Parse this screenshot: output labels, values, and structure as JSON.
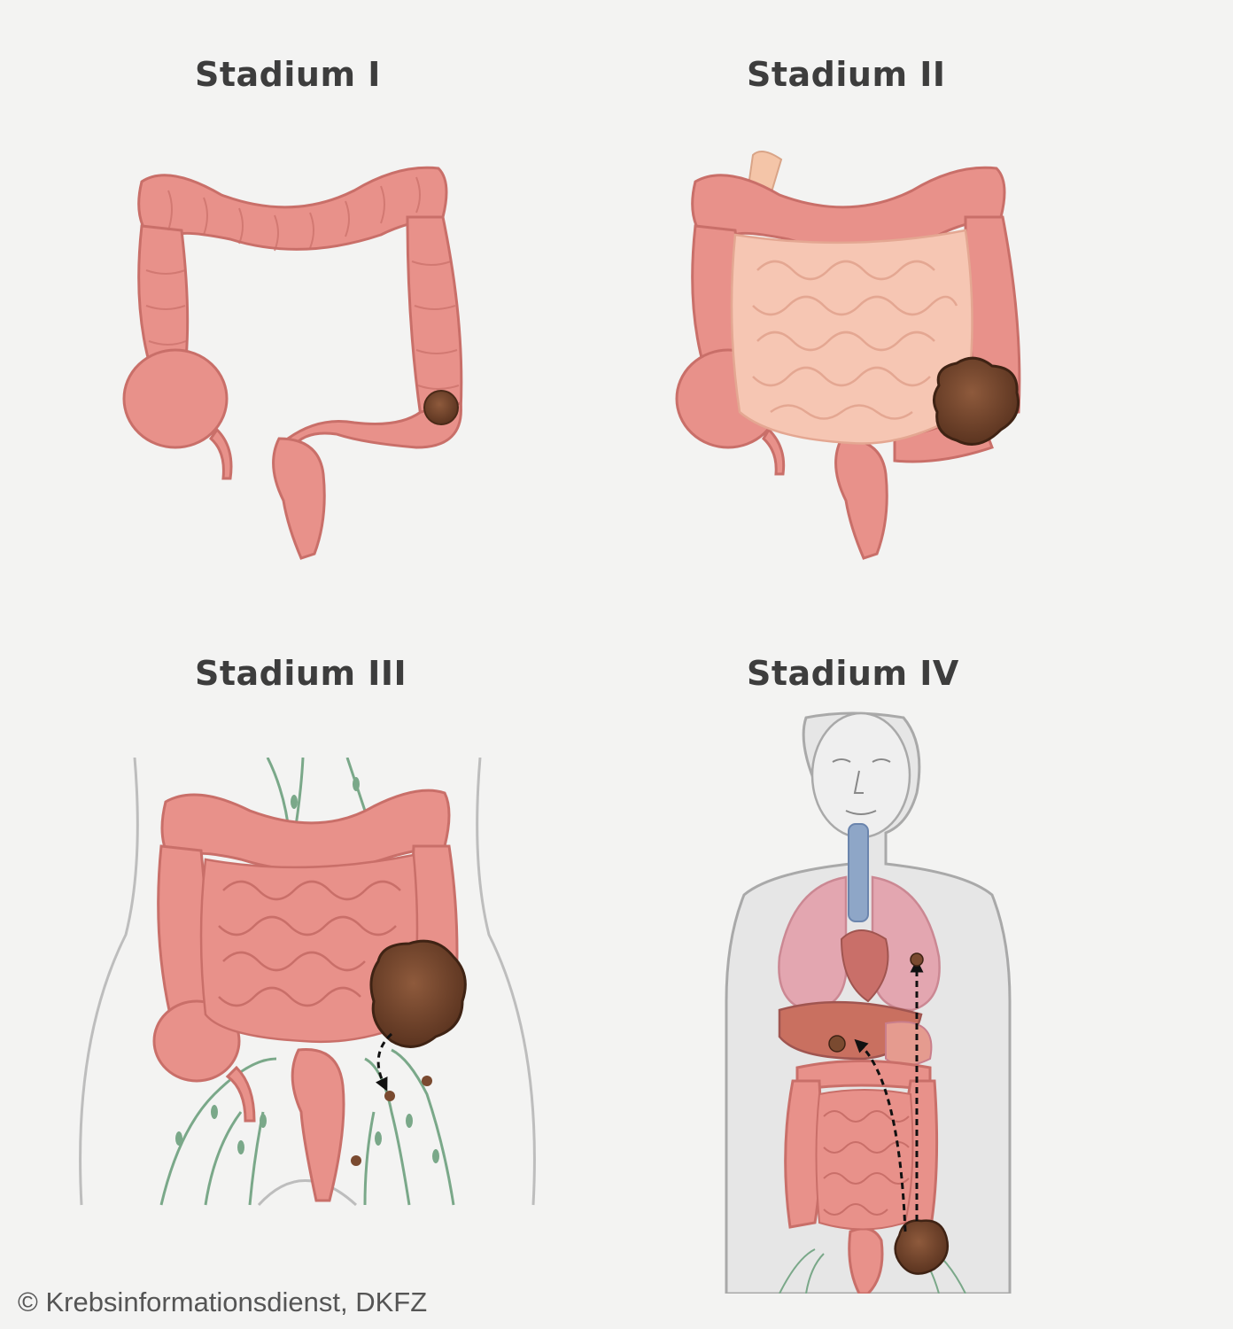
{
  "stages": [
    {
      "title": "Stadium I"
    },
    {
      "title": "Stadium II"
    },
    {
      "title": "Stadium III"
    },
    {
      "title": "Stadium IV"
    }
  ],
  "credit": "© Krebsinformationsdienst, DKFZ",
  "colors": {
    "background": "#f3f3f2",
    "colon": "#e8918a",
    "colon_dark": "#c96f69",
    "small_intestine": "#f6c6b3",
    "tumor": "#7a4a30",
    "lymph": "#7aa889",
    "body_outline": "#bdbdbd",
    "arrow": "#111111"
  }
}
